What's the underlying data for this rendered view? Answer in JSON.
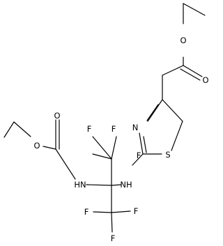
{
  "molecule": {
    "labels": {
      "o_ester_top": "O",
      "o_ester_carbonyl": "O",
      "n_thiazole": "N",
      "s_thiazole": "S",
      "o_carbamate_carbonyl": "O",
      "o_carbamate_ester": "O",
      "f_top_left": "F",
      "f_top_middle": "F",
      "f_top_right": "F",
      "nh_carbamate": "HN",
      "nh_thiazole": "NH",
      "f_bottom_left": "F",
      "f_bottom_middle": "F",
      "f_bottom_right": "F"
    }
  }
}
